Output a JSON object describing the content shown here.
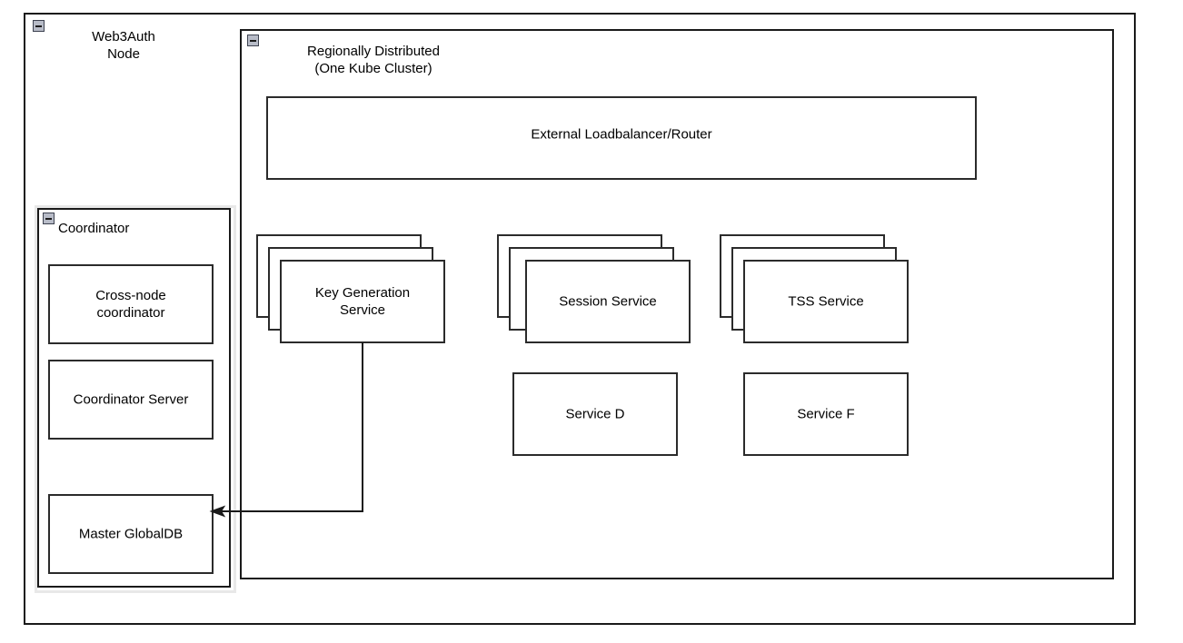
{
  "diagram": {
    "type": "architecture-diagram",
    "title_text": "Web3Auth Node",
    "background_color": "#ffffff",
    "line_color": "#2b2b2b",
    "text_color": "#000000"
  },
  "outer_container": {
    "name": "Web3Auth Node",
    "label": "Web3Auth\nNode",
    "collapse_icon": "collapse-minus-icon"
  },
  "kube_container": {
    "name": "Regionally Distributed (One Kube Cluster)",
    "label": "Regionally Distributed\n(One Kube Cluster)",
    "collapse_icon": "collapse-minus-icon"
  },
  "coordinator_container": {
    "name": "Coordinator",
    "label": "Coordinator",
    "collapse_icon": "collapse-minus-icon",
    "children": [
      {
        "id": "cross-node-coordinator",
        "label": "Cross-node\ncoordinator"
      },
      {
        "id": "coordinator-server",
        "label": "Coordinator Server"
      },
      {
        "id": "master-globaldb",
        "label": "Master GlobalDB"
      }
    ]
  },
  "loadbalancer": {
    "id": "external-loadbalancer-router",
    "label": "External Loadbalancer/Router"
  },
  "service_stacks": [
    {
      "id": "key-generation-service",
      "label": "Key Generation\nService",
      "copies": 3
    },
    {
      "id": "session-service",
      "label": "Session Service",
      "copies": 3
    },
    {
      "id": "tss-service",
      "label": "TSS Service",
      "copies": 3
    }
  ],
  "single_services": [
    {
      "id": "service-d",
      "label": "Service D"
    },
    {
      "id": "service-f",
      "label": "Service F"
    }
  ],
  "connectors": [
    {
      "id": "keygen-to-masterdb",
      "from": "key-generation-service",
      "to": "master-globaldb",
      "arrowhead": "left"
    }
  ]
}
